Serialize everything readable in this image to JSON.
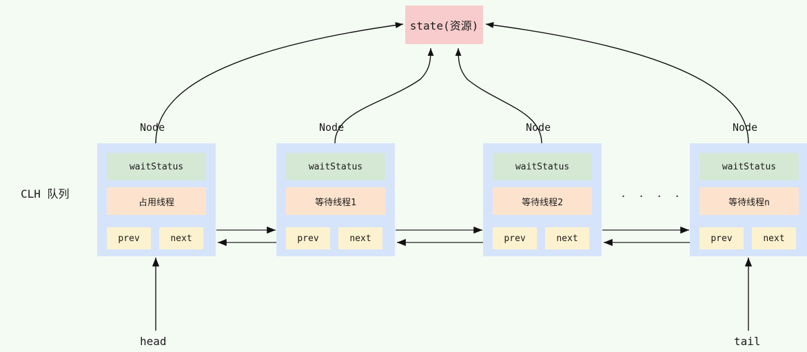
{
  "diagram": {
    "title_label": "CLH 队列",
    "state": {
      "label": "state(资源)",
      "color": "#f8cccc"
    },
    "colors": {
      "background": "#f4fbf3",
      "node_container": "#d6e4fb",
      "wait_status": "#d5e8d4",
      "thread": "#fde3cd",
      "pointer": "#fdf2cf",
      "edge": "#333333"
    },
    "node_caption": "Node",
    "ellipsis": ". . . . . . .",
    "pointers": {
      "prev": "prev",
      "next": "next"
    },
    "endpoints": {
      "head": "head",
      "tail": "tail"
    },
    "nodes": [
      {
        "caption": "Node",
        "wait_status": "waitStatus",
        "thread": "占用线程",
        "prev": "prev",
        "next": "next"
      },
      {
        "caption": "Node",
        "wait_status": "waitStatus",
        "thread": "等待线程1",
        "prev": "prev",
        "next": "next"
      },
      {
        "caption": "Node",
        "wait_status": "waitStatus",
        "thread": "等待线程2",
        "prev": "prev",
        "next": "next"
      },
      {
        "caption": "Node",
        "wait_status": "waitStatus",
        "thread": "等待线程n",
        "prev": "prev",
        "next": "next"
      }
    ]
  }
}
